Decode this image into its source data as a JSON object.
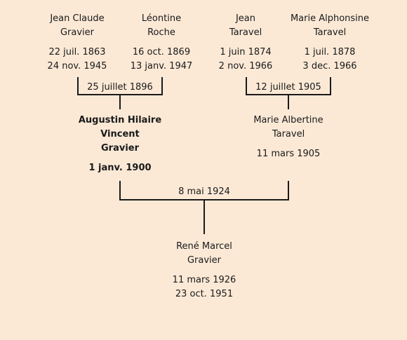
{
  "people": {
    "p1": {
      "name": [
        "Jean Claude",
        "Gravier"
      ],
      "dates": [
        "22 juil. 1863",
        "24 nov. 1945"
      ]
    },
    "p2": {
      "name": [
        "Léontine",
        "Roche"
      ],
      "dates": [
        "16 oct. 1869",
        "13 janv. 1947"
      ]
    },
    "p3": {
      "name": [
        "Jean",
        "Taravel"
      ],
      "dates": [
        "1 juin 1874",
        "2 nov. 1966"
      ]
    },
    "p4": {
      "name": [
        "Marie Alphonsine",
        "Taravel"
      ],
      "dates": [
        "1 juil. 1878",
        "3 dec. 1966"
      ]
    },
    "p5": {
      "name": [
        "Augustin Hilaire Vincent",
        "Gravier"
      ],
      "dates": [
        "1 janv. 1900"
      ]
    },
    "p6": {
      "name": [
        "Marie Albertine",
        "Taravel"
      ],
      "dates": [
        "11 mars 1905"
      ]
    },
    "p7": {
      "name": [
        "René Marcel",
        "Gravier"
      ],
      "dates": [
        "11 mars 1926",
        "23 oct. 1951"
      ]
    }
  },
  "marriages": {
    "m1": "25 juillet 1896",
    "m2": "12 juillet 1905",
    "m3": "8 mai 1924"
  }
}
